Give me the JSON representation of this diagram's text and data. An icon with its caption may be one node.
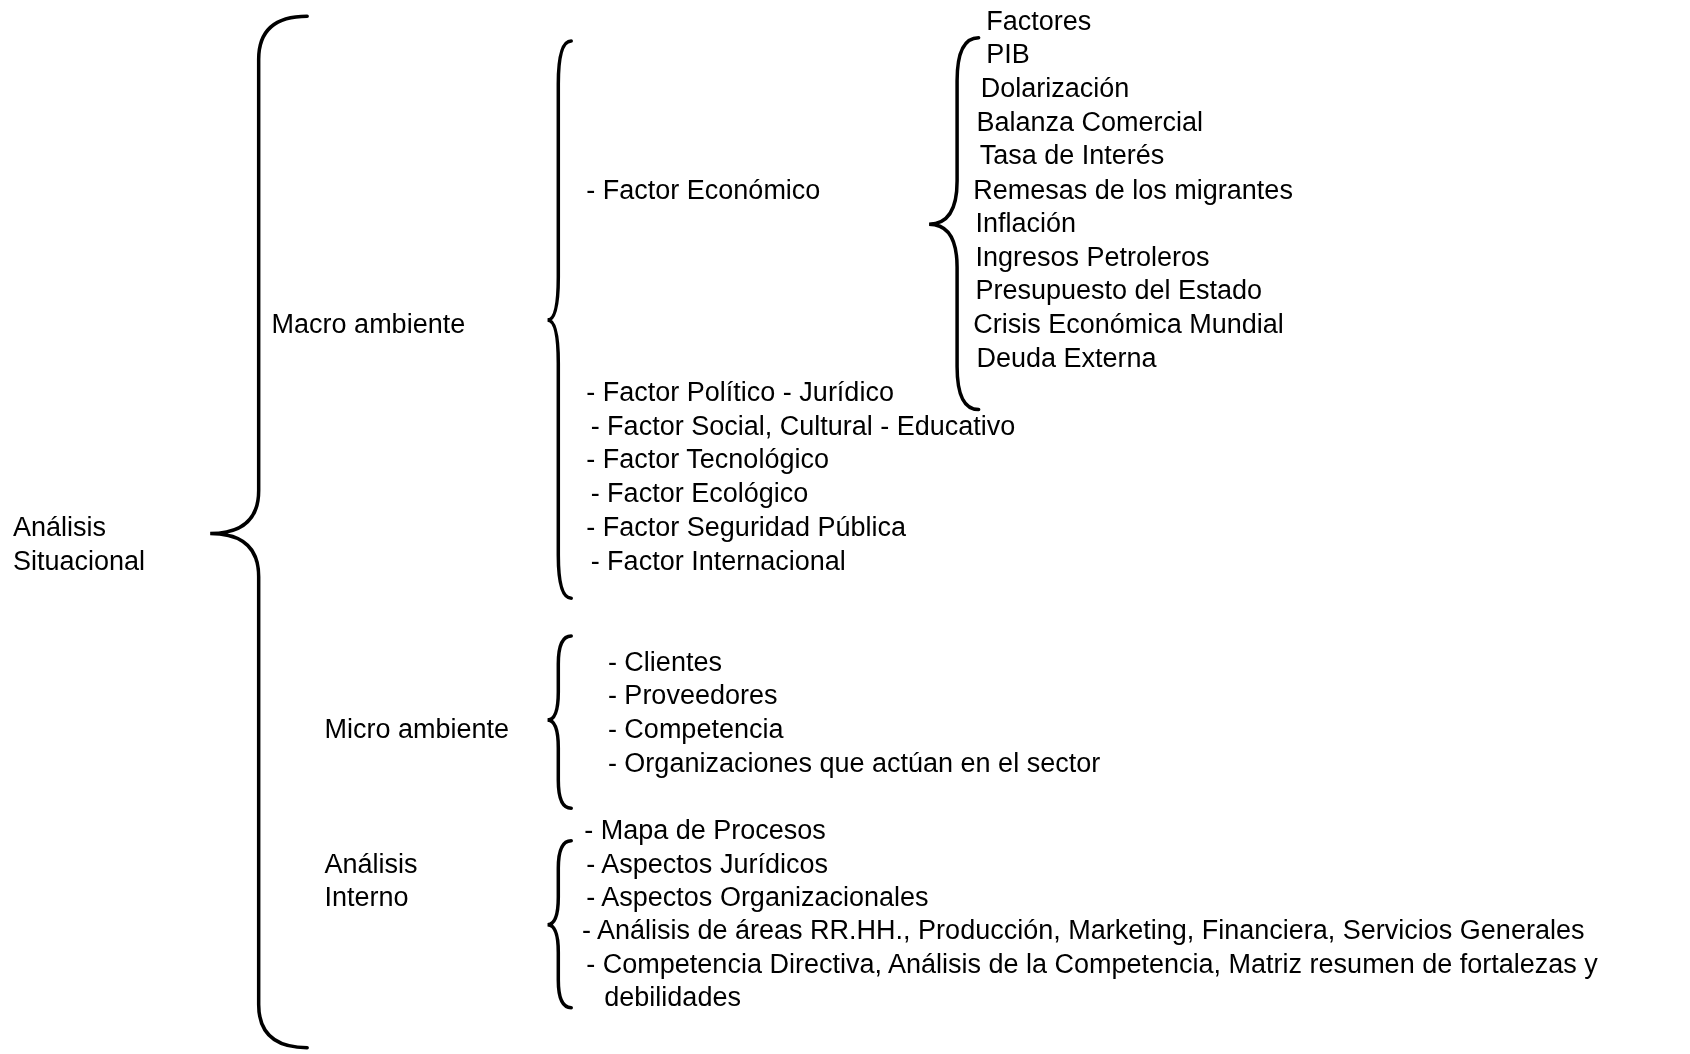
{
  "diagram": {
    "labels": [
      "Análisis Situacional",
      "Macro ambiente",
      "- Factor Económico",
      "Factores",
      "PIB",
      "Dolarización",
      "Balanza Comercial",
      "Tasa de Interés",
      "Remesas de los migrantes",
      "Inflación",
      "Ingresos Petroleros",
      "Presupuesto del Estado",
      "Crisis Económica Mundial",
      "Deuda Externa",
      "- Factor Político - Jurídico",
      "- Factor Social, Cultural - Educativo",
      "- Factor Tecnológico",
      "- Factor Ecológico",
      "- Factor Seguridad Pública",
      "- Factor Internacional",
      "Micro ambiente",
      "- Clientes",
      "- Proveedores",
      "- Competencia",
      "- Organizaciones que actúan en el sector",
      "Análisis Interno",
      "- Mapa de Procesos",
      "- Aspectos Jurídicos",
      "- Aspectos Organizacionales",
      "- Análisis de áreas RR.HH., Producción, Marketing, Financiera, Servicios Generales",
      "- Competencia Directiva, Análisis de la Competencia, Matriz resumen de fortalezas y debilidades"
    ]
  }
}
